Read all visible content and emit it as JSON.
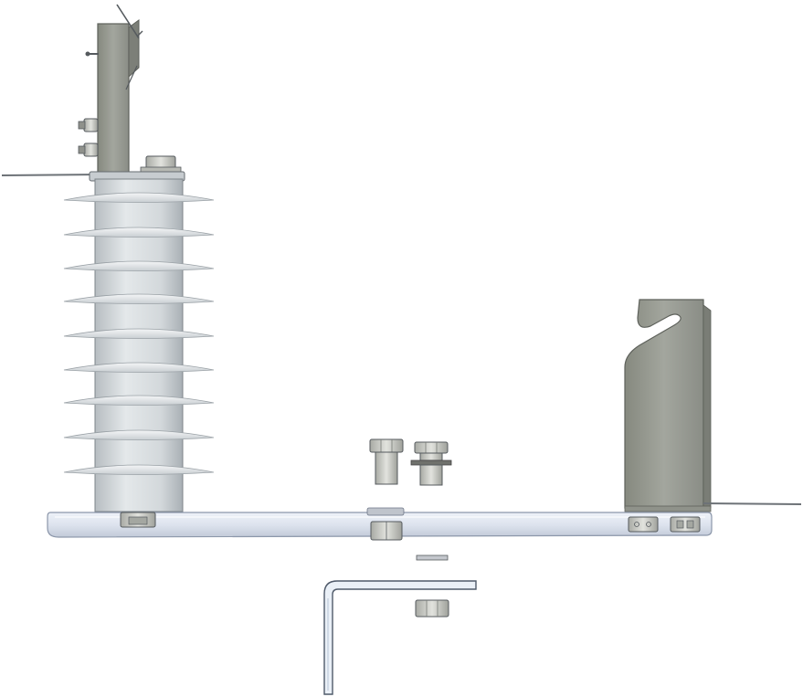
{
  "scene": {
    "subject": "insulator-bracket-assembly",
    "colors": {
      "background": "#ffffff",
      "porcelain": "#d9dddf",
      "porcelain_shade": "#b9bfc3",
      "shed": "#eef1f3",
      "bracket_metal": "#9a9d96",
      "bracket_dark": "#6f716c",
      "base_bar": "#dde3ee",
      "base_bar_edge": "#8c97aa",
      "hardware": "#c9cbc6",
      "outline": "#555a5e"
    },
    "parts": {
      "insulator_shed_count": 9,
      "hex_bolts": 2,
      "loose_nuts": 1,
      "washers": 1,
      "allen_key": 1
    }
  }
}
